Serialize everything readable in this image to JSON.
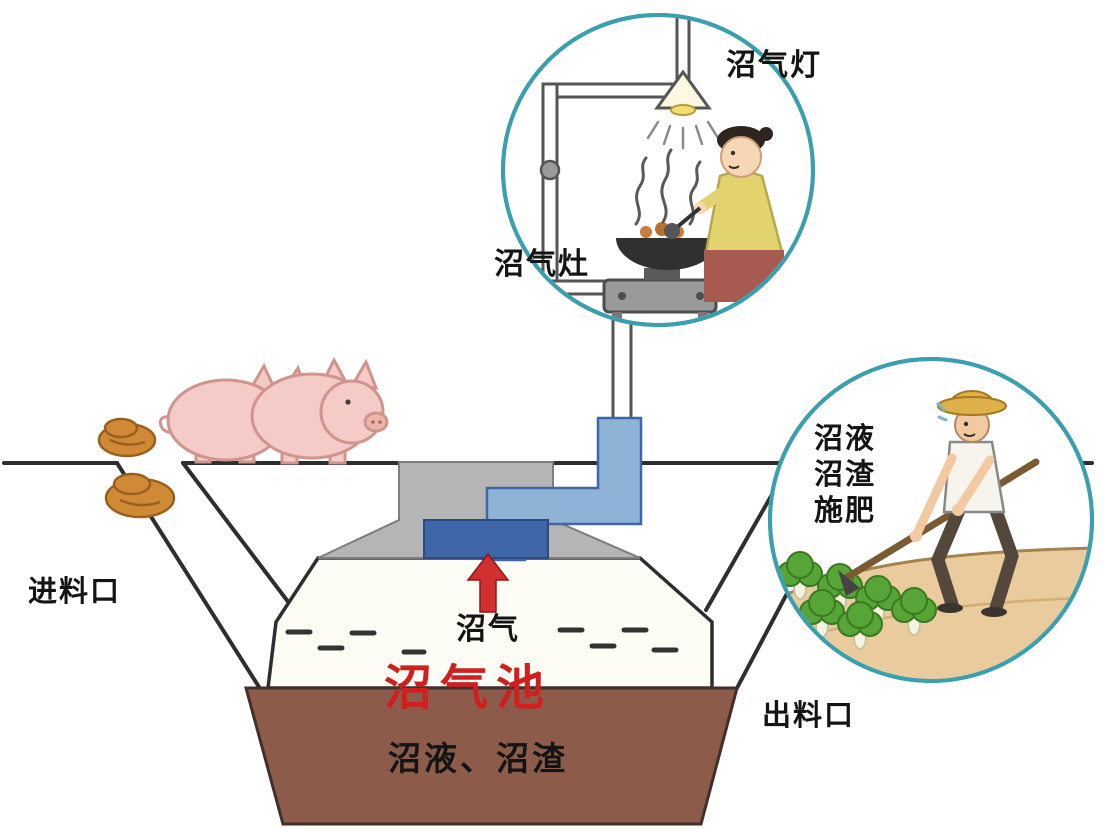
{
  "labels": {
    "biogas_lamp": "沼气灯",
    "biogas_stove": "沼气灶",
    "fertilize_line1": "沼液",
    "fertilize_line2": "沼渣",
    "fertilize_line3": "施肥",
    "feed_inlet": "进料口",
    "discharge_outlet": "出料口",
    "biogas": "沼气",
    "digester": "沼气池",
    "slurry_residue": "沼液、沼渣"
  },
  "colors": {
    "circle_border": "#3a9fae",
    "pipe_light_blue": "#8fb3d6",
    "pipe_dark_blue": "#3e66a8",
    "concrete_gray": "#b5b5b5",
    "slurry_brown": "#8d5b49",
    "digester_text_red": "#cf1f1f",
    "arrow_red": "#d03030",
    "pig_pink": "#f4cbc6",
    "manure_orange": "#d08a35",
    "soil_tan": "#e9cb9d",
    "vegetable_green": "#57a437",
    "shirt_yellow": "#e3d36e"
  }
}
